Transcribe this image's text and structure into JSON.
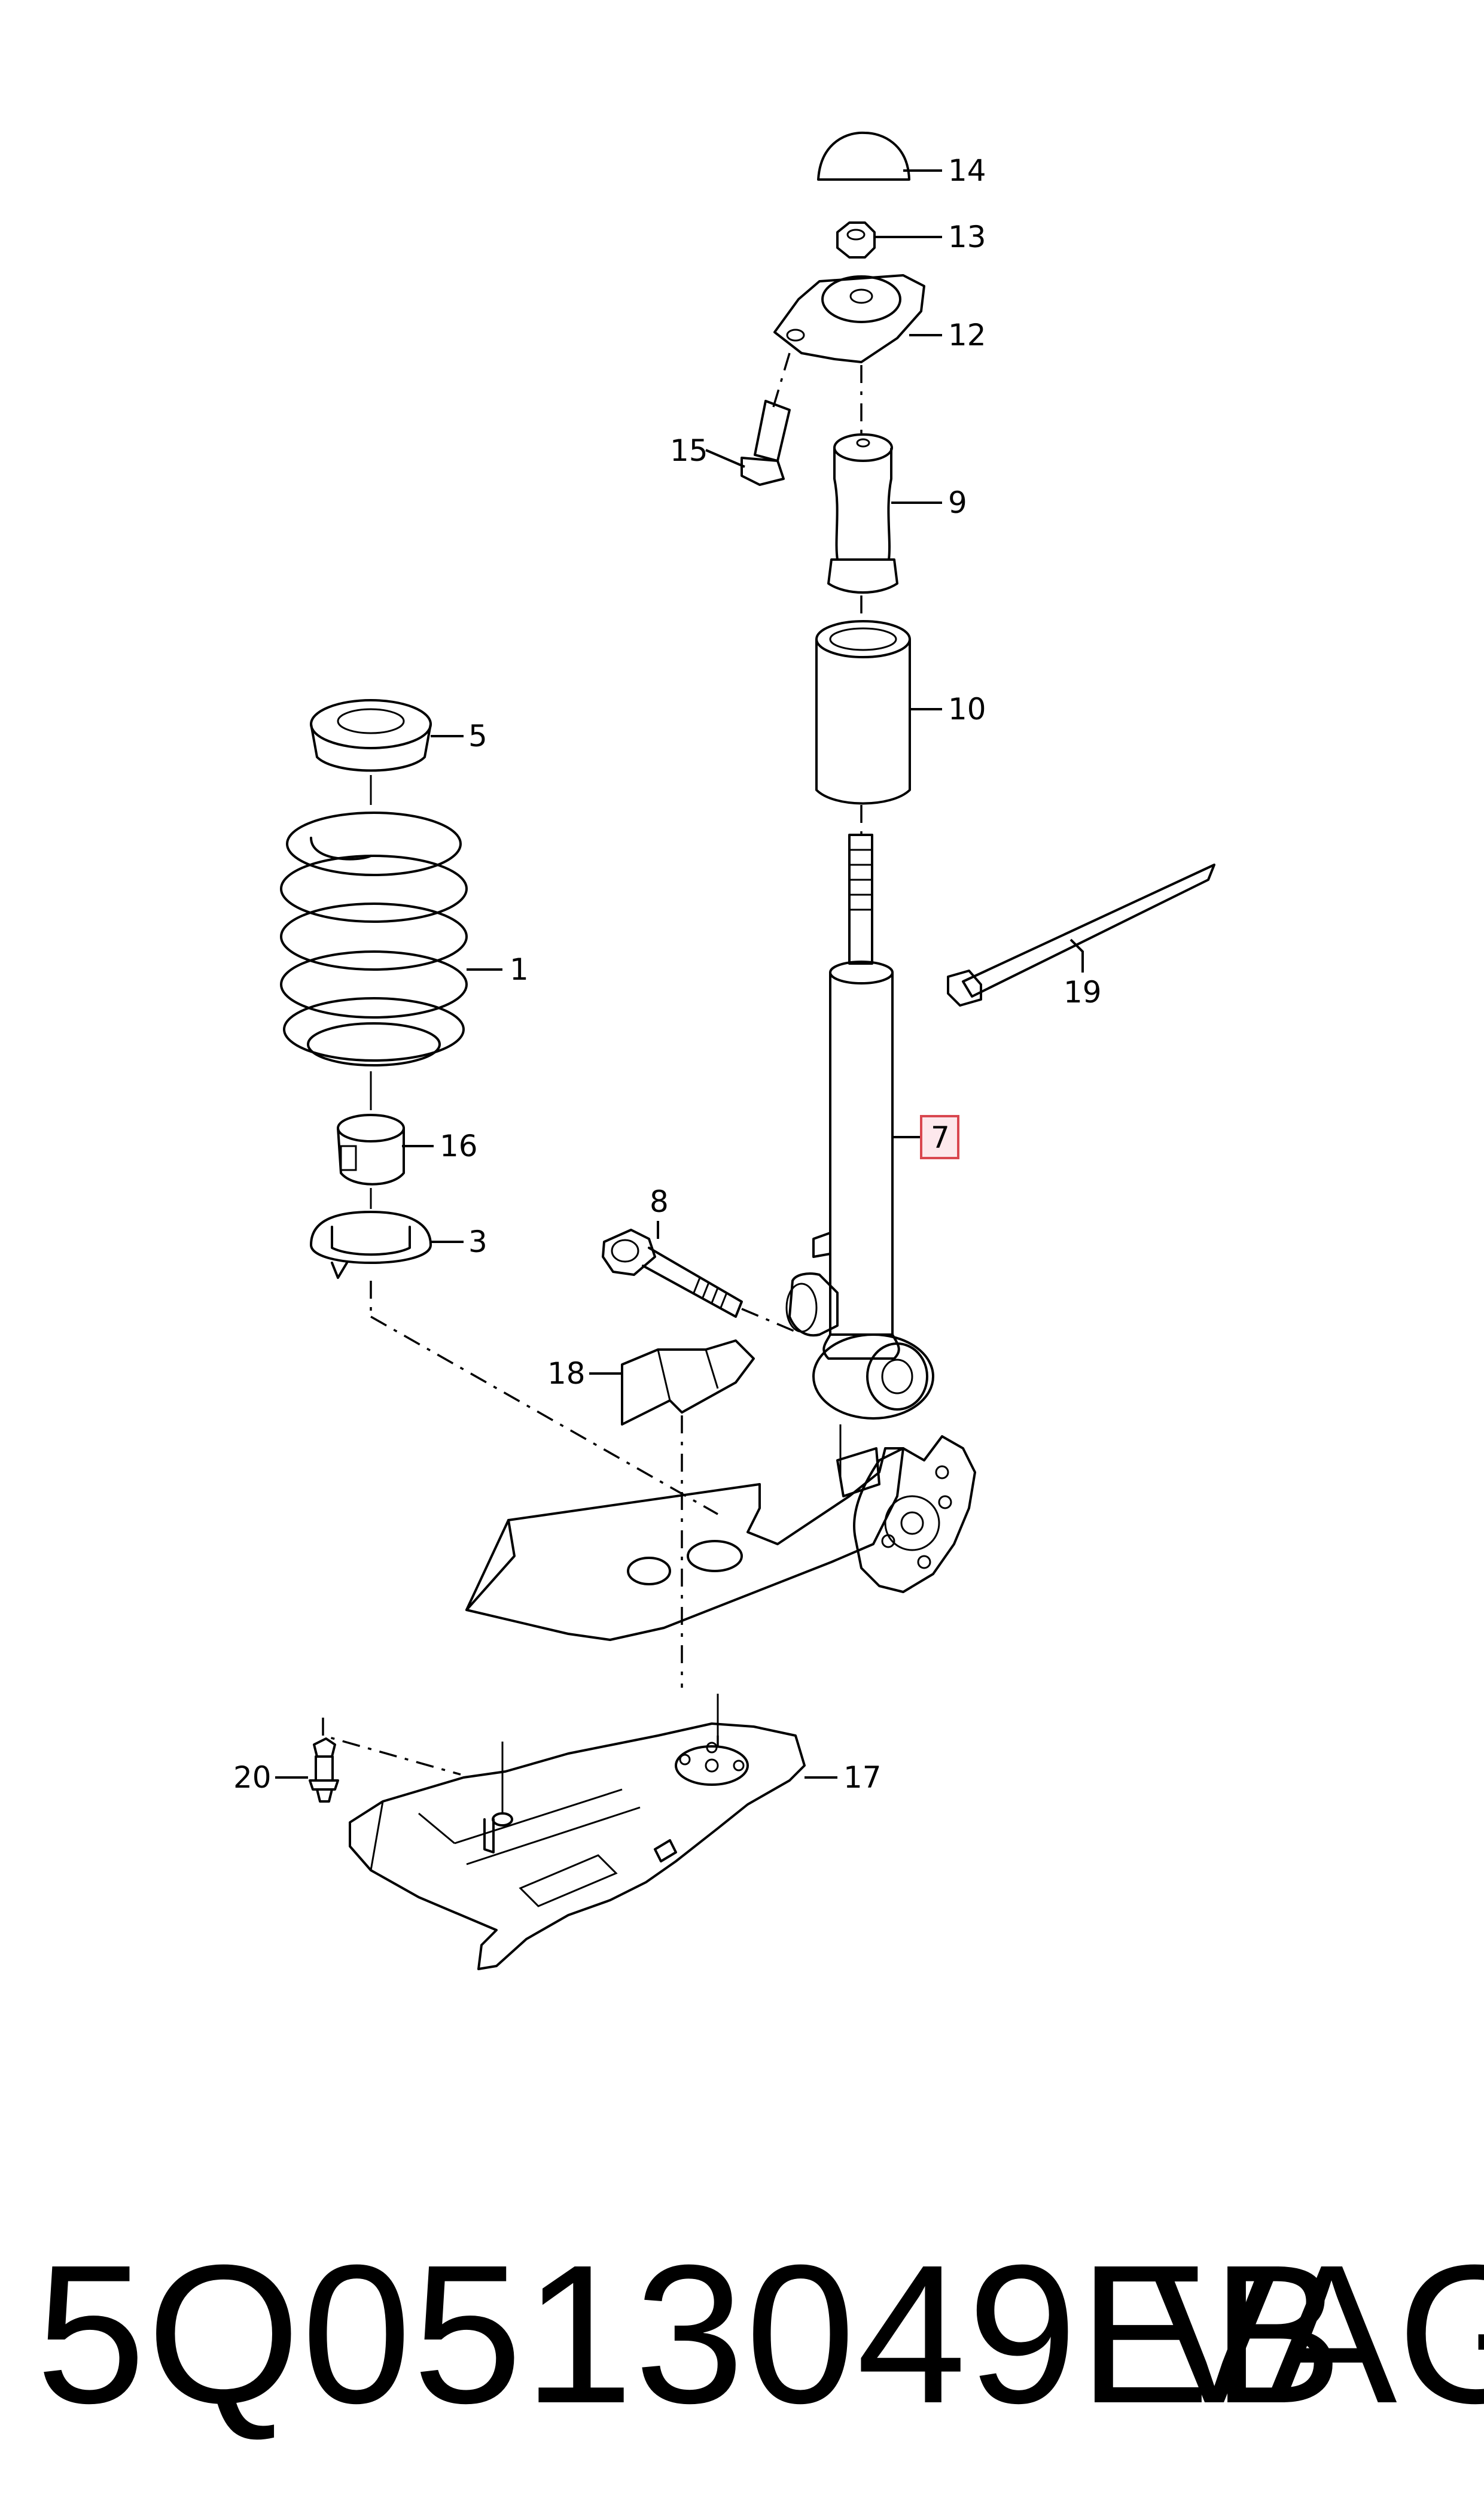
{
  "callouts": {
    "c1": "1",
    "c3": "3",
    "c5": "5",
    "c7": "7",
    "c8": "8",
    "c9": "9",
    "c10": "10",
    "c12": "12",
    "c13": "13",
    "c14": "14",
    "c15": "15",
    "c16": "16",
    "c17": "17",
    "c18": "18",
    "c19": "19",
    "c20": "20"
  },
  "highlighted_callout": "7",
  "footer": {
    "part_number": "5Q0513049EB",
    "brand": "VAG"
  },
  "colors": {
    "highlight_fill": "#fde8ec",
    "highlight_stroke": "#d9474f",
    "line": "#000000"
  }
}
